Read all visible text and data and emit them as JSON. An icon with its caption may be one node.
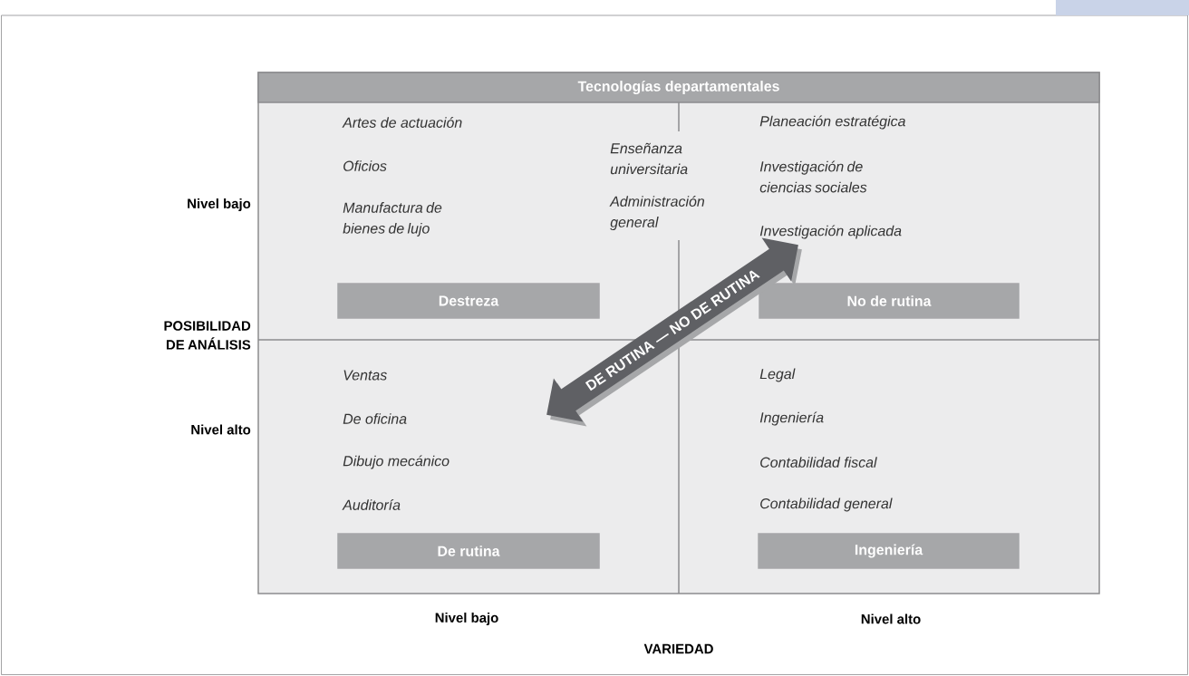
{
  "diagram": {
    "nodes": [
      {
        "text": [
          "Tecnologías departamentales"
        ]
      },
      {
        "text": [
          "Destreza"
        ]
      },
      {
        "text": [
          "No de rutina"
        ]
      },
      {
        "text": [
          "DE RUTINA — NO DE RUTINA"
        ]
      },
      {
        "text": [
          "De rutina"
        ]
      },
      {
        "text": [
          "Ingeniería"
        ]
      }
    ],
    "labels": [
      "Artes de actuación",
      "Enseñanza universitaria",
      "Planeación estratégica",
      "Oficios",
      "Investigación de ciencias sociales",
      "Nivel bajo",
      "Manufactura de bienes de lujo",
      "Administración general",
      "Investigación aplicada",
      "POSIBILIDAD DE ANÁLISIS",
      "Ventas",
      "Legal",
      "De oficina",
      "Ingeniería",
      "Nivel alto",
      "Dibujo mecánico",
      "Contabilidad fiscal",
      "Auditoría",
      "Contabilidad general",
      "Nivel bajo",
      "Nivel alto",
      "VARIEDAD"
    ]
  }
}
